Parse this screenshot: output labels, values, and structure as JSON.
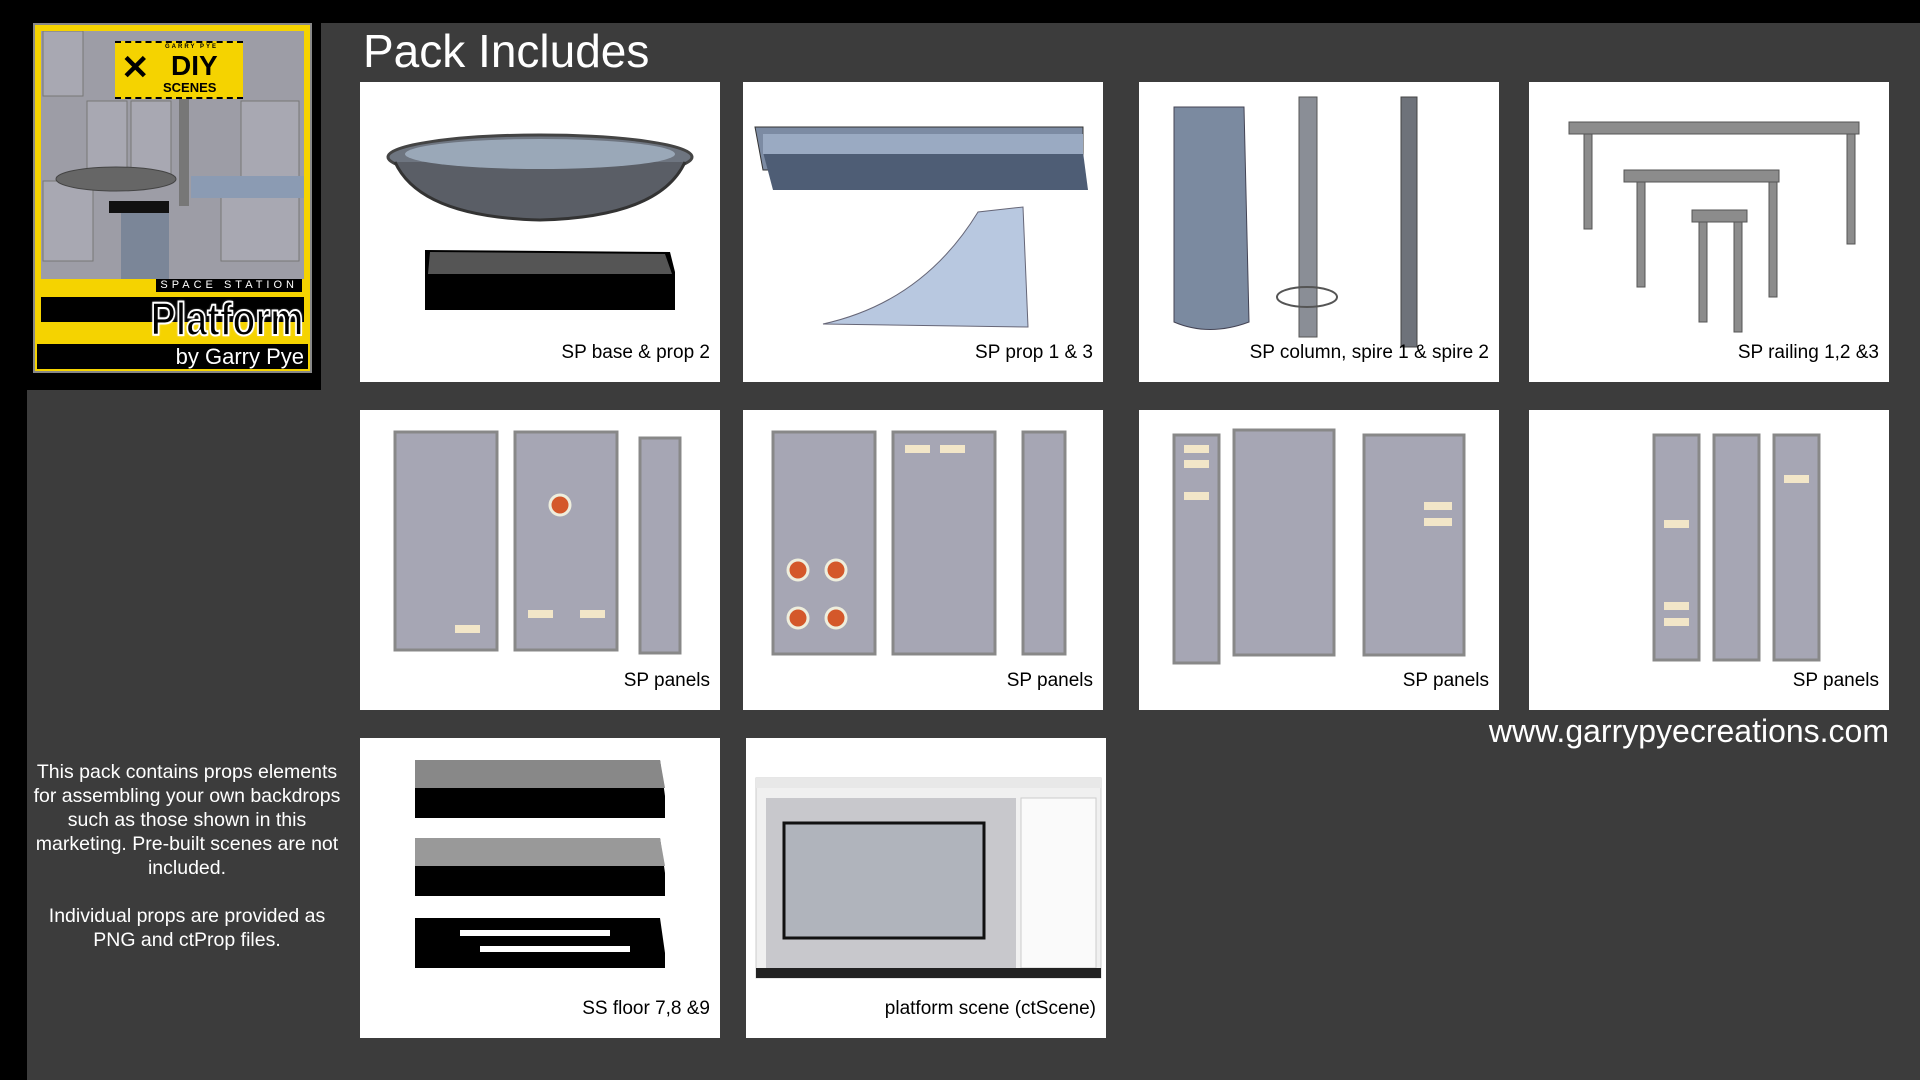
{
  "cover": {
    "logo_brand": "GARRY PYE",
    "logo_diy": "DIY",
    "logo_scenes": "SCENES",
    "subtitle": "SPACE STATION",
    "title": "Platform",
    "author": "by Garry Pye"
  },
  "heading": "Pack Includes",
  "tiles": [
    {
      "label": "SP base  & prop 2"
    },
    {
      "label": "SP prop 1 & 3"
    },
    {
      "label": "SP column, spire 1 & spire 2"
    },
    {
      "label": "SP railing 1,2 &3"
    },
    {
      "label": "SP panels"
    },
    {
      "label": "SP panels"
    },
    {
      "label": "SP panels"
    },
    {
      "label": "SP panels"
    },
    {
      "label": "SS floor 7,8 &9"
    },
    {
      "label": "platform scene (ctScene)"
    }
  ],
  "website": "www.garrypyecreations.com",
  "description": {
    "para1": "This pack contains props elements for assembling your own backdrops such as those shown in this marketing. Pre-built scenes are not included.",
    "para2": "Individual props are provided as PNG and ctProp files."
  }
}
